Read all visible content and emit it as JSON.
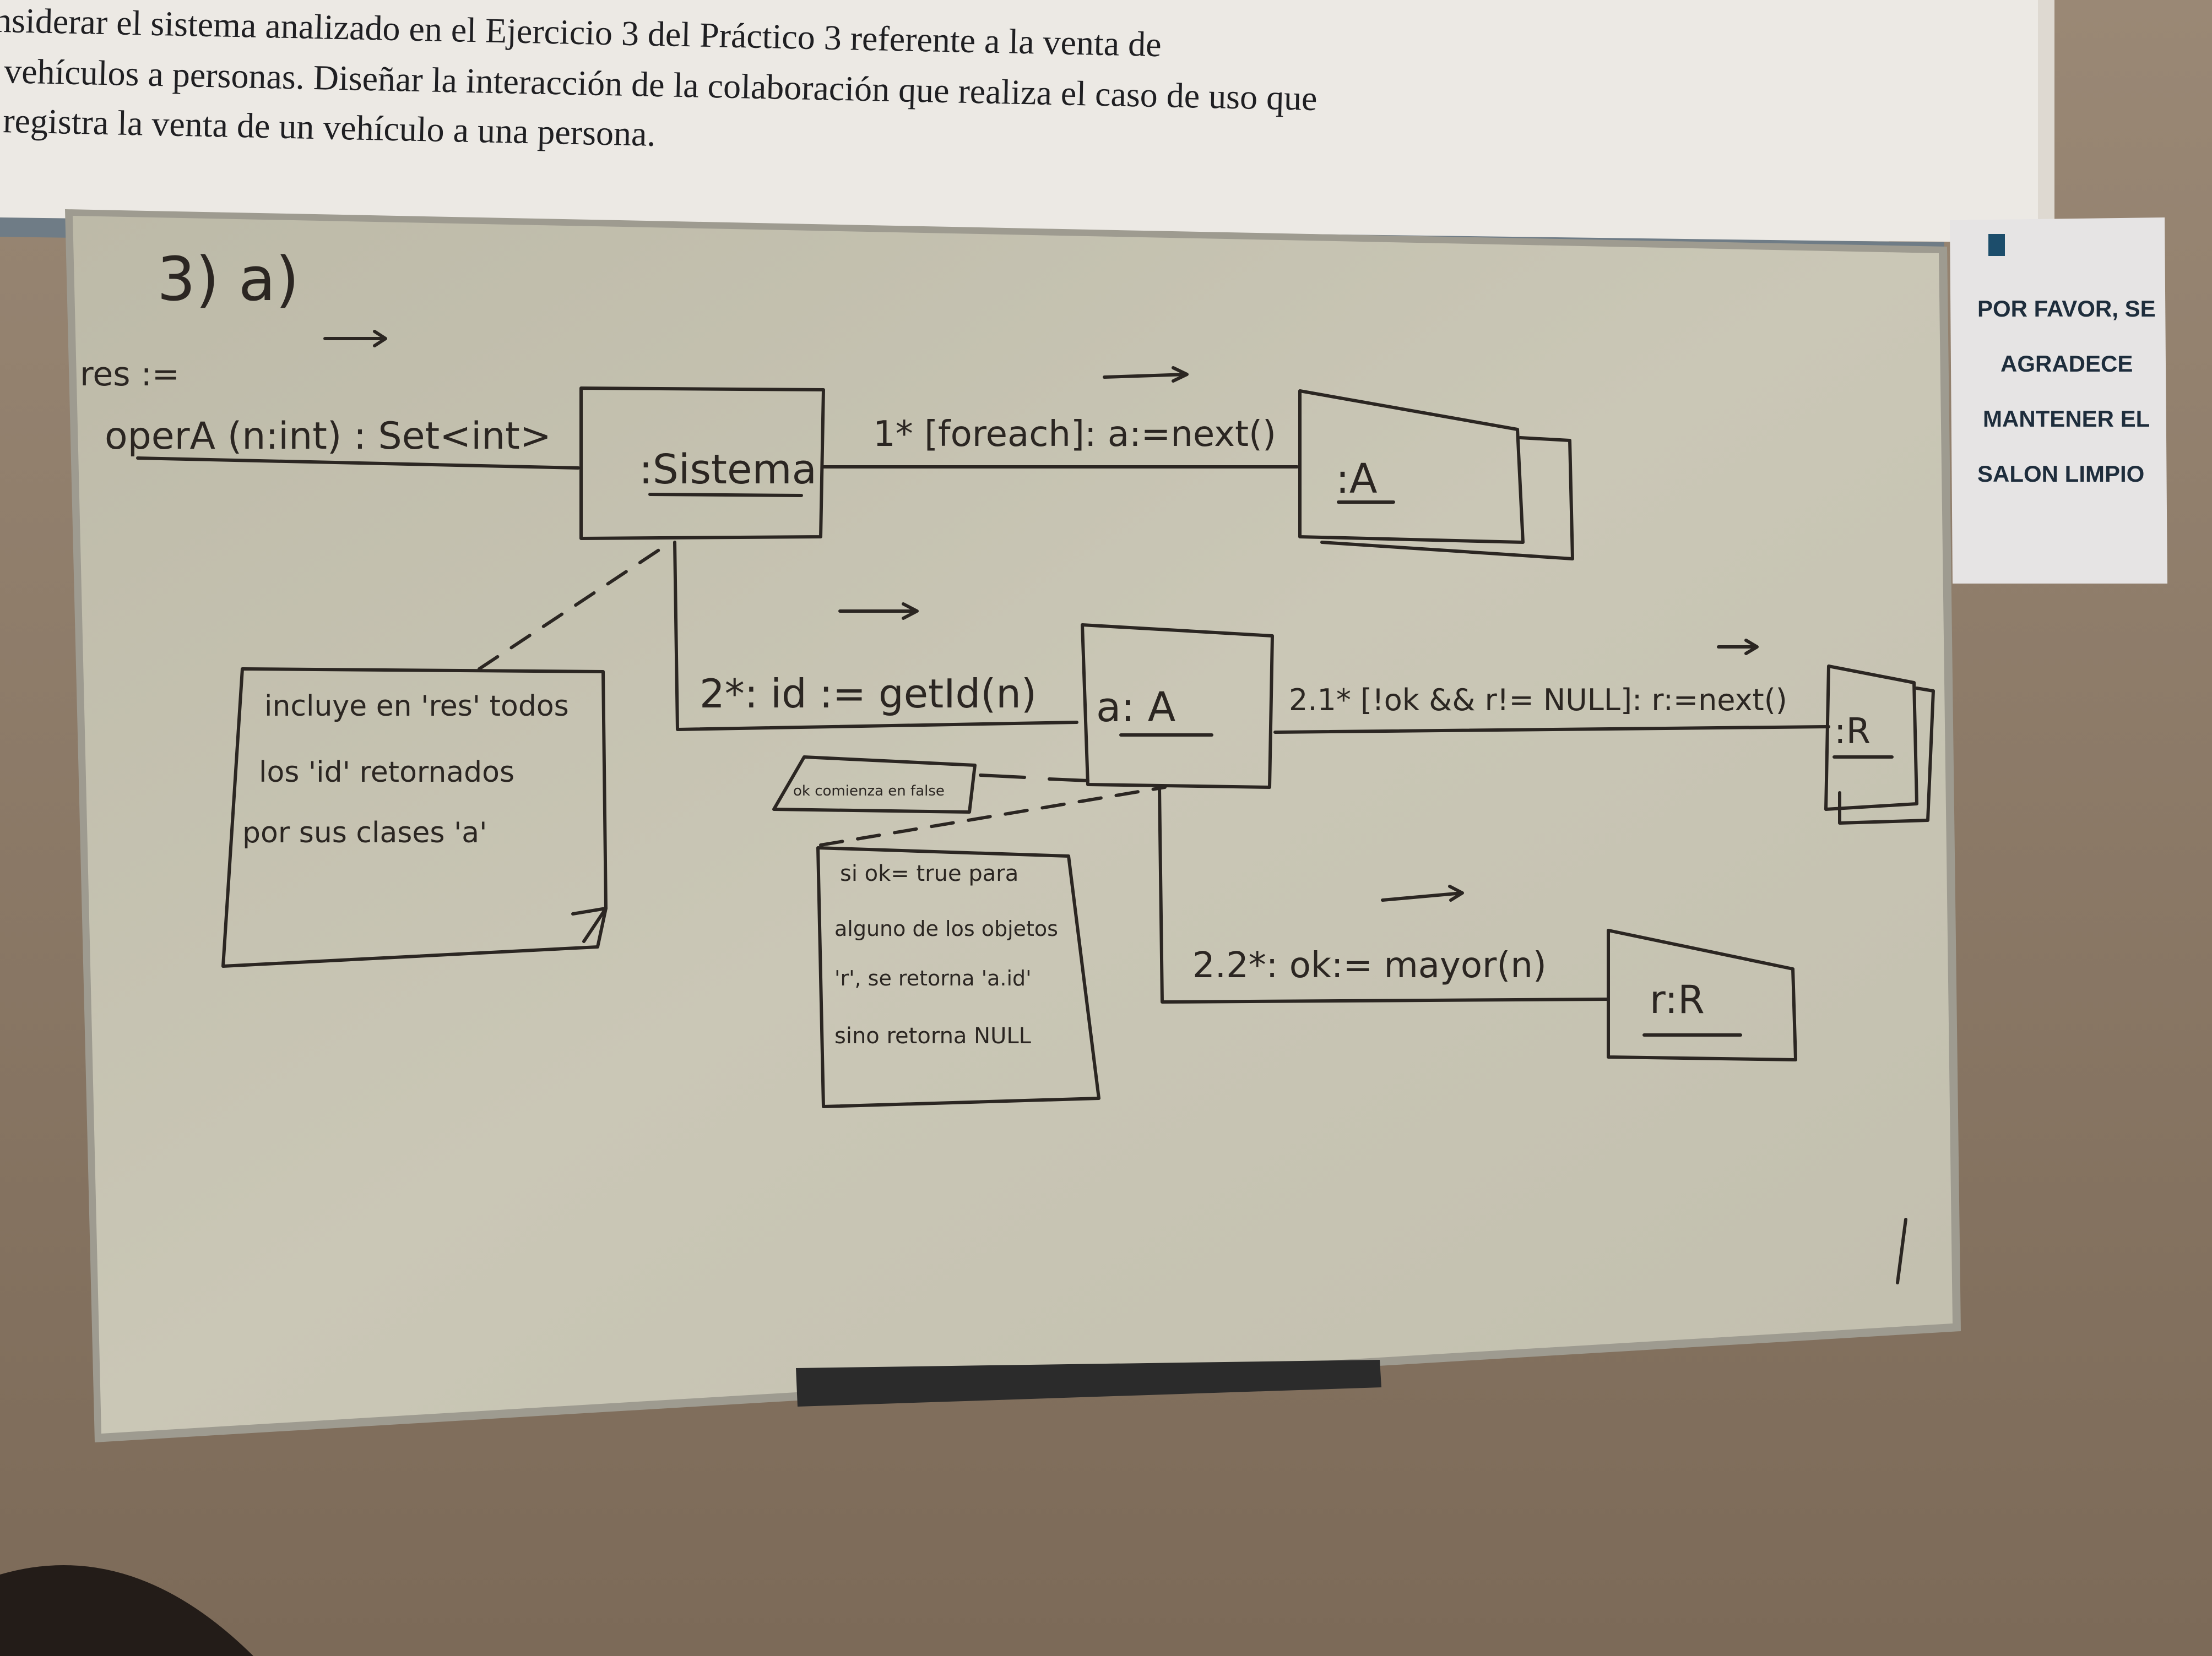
{
  "projection": {
    "lines": [
      "nsiderar el sistema analizado en el Ejercicio 3 del Práctico 3 referente a la venta de",
      "vehículos a personas. Diseñar la interacción de la colaboración que realiza el caso de uso que",
      "registra la venta de un vehículo a una persona."
    ]
  },
  "whiteboard": {
    "heading": "3) a)",
    "res_label": "res :=",
    "operation": "operA (n:int) : Set<int>",
    "objects": {
      "sistema": ":Sistema",
      "a_multi": ":A",
      "a_single": "a: A",
      "r_multi": ":R",
      "r_single": "r:R"
    },
    "messages": {
      "m1": "1* [foreach]: a:=next()",
      "m2": "2*: id := getId(n)",
      "m21": "2.1* [!ok && r!= NULL]: r:=next()",
      "m22": "2.2*: ok:= mayor(n)"
    },
    "notes": {
      "note1": [
        "incluye en 'res' todos",
        "los 'id' retornados",
        "por sus clases 'a'"
      ],
      "note2": [
        "si ok= true para",
        "alguno de los objetos",
        "'r', se retorna 'a.id'",
        "sino retorna NULL"
      ],
      "small_note": "ok comienza en false"
    },
    "mark": "/"
  },
  "sign": {
    "lines": [
      "POR FAVOR, SE",
      "AGRADECE",
      "MANTENER EL",
      "SALON LIMPIO"
    ]
  },
  "colors": {
    "wall": "#8f7d6b",
    "whiteboard": "#c6c3b2",
    "ink": "#2b2622",
    "projection": "#ece9e4",
    "sign_text": "#1e2d3c"
  }
}
